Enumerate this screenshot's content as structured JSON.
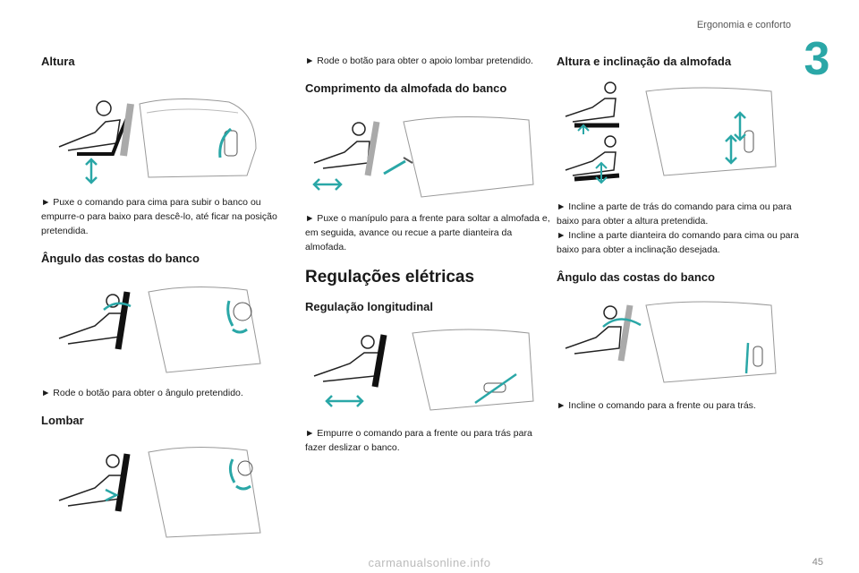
{
  "header": {
    "chapter_title": "Ergonomia e conforto",
    "chapter_number": "3",
    "page_number": "45"
  },
  "watermark": "carmanualsonline.info",
  "col1": {
    "s1_title": "Altura",
    "s1_text": "► Puxe o comando para cima para subir o banco ou empurre-o para baixo para descê-lo, até ficar na posição pretendida.",
    "s2_title": "Ângulo das costas do banco",
    "s2_text": "► Rode o botão para obter o ângulo pretendido.",
    "s3_title": "Lombar"
  },
  "col2": {
    "s1_text": "► Rode o botão para obter o apoio lombar pretendido.",
    "s2_title": "Comprimento da almofada do banco",
    "s2_text": "► Puxe o manípulo para a frente para soltar a almofada e, em seguida, avance ou recue a parte dianteira da almofada.",
    "s3_title": "Regulações elétricas",
    "s4_title": "Regulação longitudinal",
    "s4_text": "► Empurre o comando para a frente ou para trás para fazer deslizar o banco."
  },
  "col3": {
    "s1_title": "Altura e inclinação da almofada",
    "s1_text": "► Incline a parte de trás do comando para cima ou para baixo para obter a altura pretendida.",
    "s1_text2": "► Incline a parte dianteira do comando para cima ou para baixo para obter a inclinação desejada.",
    "s2_title": "Ângulo das costas do banco",
    "s2_text": "► Incline o comando para a frente ou para trás."
  },
  "colors": {
    "accent": "#2aa7a7",
    "line": "#888888"
  }
}
